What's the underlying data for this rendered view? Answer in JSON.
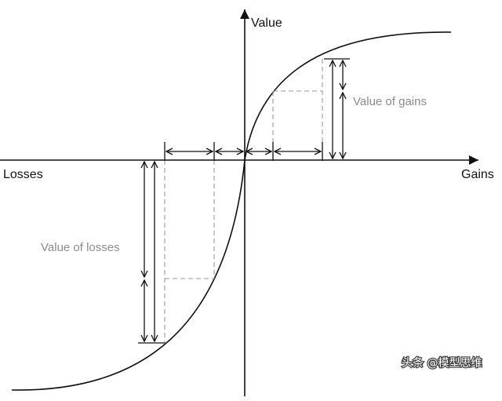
{
  "labels": {
    "y_axis": "Value",
    "x_negative": "Losses",
    "x_positive": "Gains",
    "gains_region": "Value of gains",
    "losses_region": "Value of losses"
  },
  "watermark": {
    "text": "头条 @模型思维"
  },
  "colors": {
    "axis": "#111111",
    "curve": "#111111",
    "arrows": "#111111",
    "dashed_guides": "#9a9a9a",
    "region_labels": "#8c8c8c"
  }
}
